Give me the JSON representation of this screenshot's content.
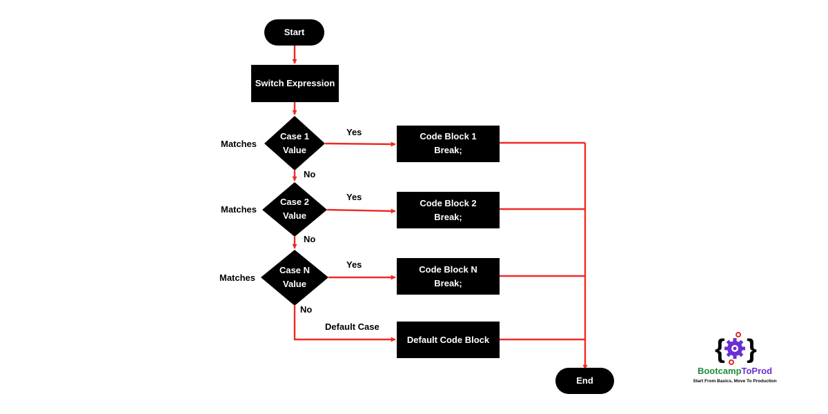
{
  "nodes": {
    "start": "Start",
    "switch": "Switch Expression",
    "case1": [
      "Case 1",
      "Value"
    ],
    "case2": [
      "Case 2",
      "Value"
    ],
    "caseN": [
      "Case N",
      "Value"
    ],
    "block1": [
      "Code Block 1",
      "Break;"
    ],
    "block2": [
      "Code Block 2",
      "Break;"
    ],
    "blockN": [
      "Code Block N",
      "Break;"
    ],
    "default_block": "Default Code Block",
    "end": "End"
  },
  "edge_labels": {
    "matches": "Matches",
    "yes": "Yes",
    "no": "No",
    "default_case": "Default Case"
  },
  "colors": {
    "arrow": "#ee2a24",
    "node_fill": "#000000",
    "brand_green": "#1f8a3b",
    "brand_purple": "#6a2fd0",
    "gear_red": "#e0262b"
  },
  "logo": {
    "name_part1": "Bootcamp",
    "name_part2": "ToProd",
    "tagline": "Start From Basics, Move To Production",
    "icon": "code-gear-icon"
  }
}
